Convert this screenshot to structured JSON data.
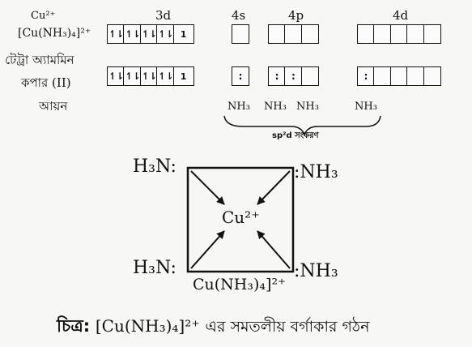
{
  "orbital_labels": {
    "d3": "3d",
    "s4": "4s",
    "p4": "4p",
    "d4": "4d"
  },
  "left_labels": {
    "cu_ion": "Cu²⁺",
    "complex": "[Cu(NH₃)₄]²⁺",
    "name_line1": "টেট্রা অ্যামমিন",
    "name_line2": "কপার (II)",
    "name_line3": "আয়ন"
  },
  "row1": {
    "d3": [
      "↿⇂",
      "↿⇂",
      "↿⇂",
      "↿⇂",
      "1"
    ],
    "s4": [
      ""
    ],
    "p4": [
      "",
      "",
      ""
    ],
    "d4": [
      "",
      "",
      "",
      "",
      ""
    ]
  },
  "row2": {
    "d3": [
      "↿⇂",
      "↿⇂",
      "↿⇂",
      "↿⇂",
      "1"
    ],
    "s4": [
      ":"
    ],
    "p4": [
      ":",
      ":",
      ""
    ],
    "d4": [
      ":",
      "",
      "",
      "",
      ""
    ]
  },
  "ligand_labels": [
    "NH₃",
    "NH₃",
    "NH₃",
    "NH₃"
  ],
  "hybridization_label": "sp²d সংকরণ",
  "square": {
    "ligand_top_left": "H₃N:",
    "ligand_top_right": ":NH₃",
    "ligand_bottom_left": "H₃N:",
    "ligand_bottom_right": ":NH₃",
    "center_ion": "Cu²⁺",
    "complex_formula": "Cu(NH₃)₄]²⁺"
  },
  "caption": {
    "prefix": "চিত্র:",
    "formula": "[Cu(NH₃)₄]²⁺",
    "text": "এর সমতলীয় বর্গাকার গঠন"
  }
}
